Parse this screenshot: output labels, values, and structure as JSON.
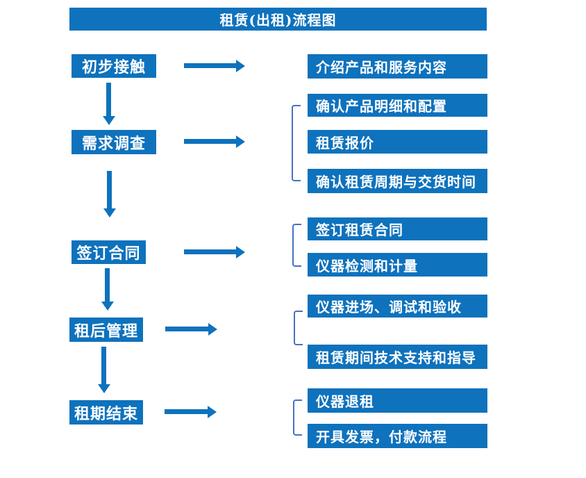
{
  "title": "租赁(出租)流程图",
  "colors": {
    "primary_blue": "#0e72bd",
    "bracket_blue": "#4472c4",
    "text_white": "#ffffff",
    "background": "#ffffff"
  },
  "icons": {
    "down_arrow": "solid-blue-down-arrow",
    "right_arrow": "solid-blue-right-arrow",
    "group_bracket": "thin-square-bracket-line"
  },
  "stages": [
    {
      "label": "初步接触",
      "outputs": [
        "介绍产品和服务内容"
      ]
    },
    {
      "label": "需求调查",
      "outputs": [
        "确认产品明细和配置",
        "租赁报价",
        "确认租赁周期与交货时间"
      ]
    },
    {
      "label": "签订合同",
      "outputs": [
        "签订租赁合同",
        "仪器检测和计量"
      ]
    },
    {
      "label": "租后管理",
      "outputs": [
        "仪器进场、调试和验收",
        "租赁期间技术支持和指导"
      ]
    },
    {
      "label": "租期结束",
      "outputs": [
        "仪器退租",
        "开具发票，付款流程"
      ]
    }
  ]
}
